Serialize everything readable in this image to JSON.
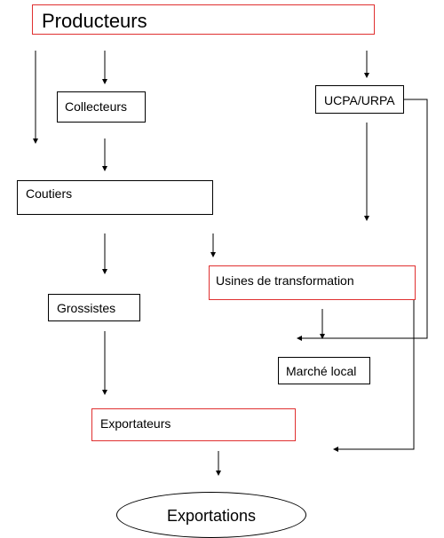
{
  "diagram": {
    "producteurs": "Producteurs",
    "collecteurs": "Collecteurs",
    "ucpa_urpa": "UCPA/URPA",
    "coutiers": "Coutiers",
    "usines": "Usines de transformation",
    "grossistes": "Grossistes",
    "marche_local": "Marché local",
    "exportateurs": "Exportateurs",
    "exportations": "Exportations"
  },
  "colors": {
    "box_border": "#000000",
    "highlight_border": "#e03030",
    "arrow": "#000000"
  }
}
